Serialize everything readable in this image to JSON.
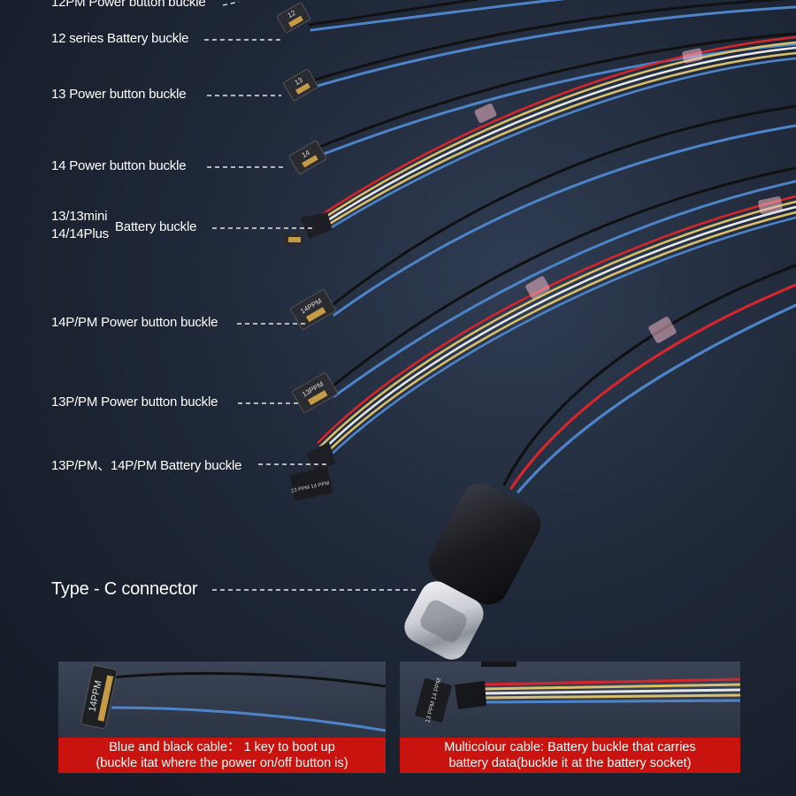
{
  "labels": {
    "pm12_power": "12PM Power button buckle",
    "s12_battery": "12 series Battery buckle",
    "p13_power": "13 Power button buckle",
    "p14_power": "14 Power button buckle",
    "b13_line1": "13/13mini",
    "b13_line2": "14/14Plus",
    "b13_battery": "Battery buckle",
    "p14ppm_power": "14P/PM Power button buckle",
    "p13ppm_power": "13P/PM Power button buckle",
    "b13ppm_14ppm": "13P/PM、14P/PM Battery buckle",
    "typec": "Type - C connector"
  },
  "chips": {
    "c12": "12",
    "c13": "13",
    "c14": "14",
    "c14ppm": "14PPM",
    "c13ppm": "13PPM",
    "batt_small": "13 PPM 14 PPM"
  },
  "panels": {
    "left": {
      "chip": "14PPM",
      "line1": "Blue and black cable： 1 key to boot up",
      "line2": "(buckle itat where the power on/off button is)"
    },
    "right": {
      "chip": "13 PPM 14 PPM",
      "line1": "Multicolour cable: Battery buckle that carries",
      "line2": "battery data(buckle it at the battery socket)"
    }
  },
  "colors": {
    "banner": "#c8130f",
    "wire_black": "#111111",
    "wire_blue": "#4d84c9",
    "wire_red": "#d6262b",
    "wire_yellow": "#d9bf6a",
    "wire_white": "#e6e6e6"
  }
}
